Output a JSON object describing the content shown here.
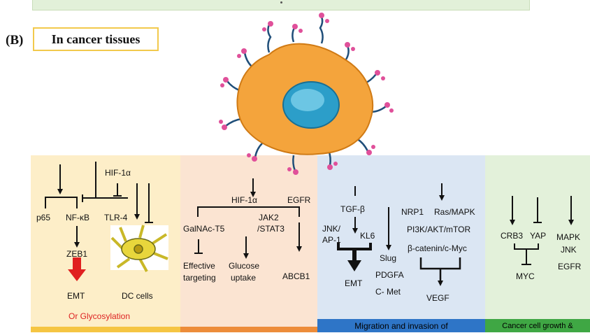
{
  "panel_label": "(B)",
  "title": "In cancer tissues",
  "panels": {
    "glycosylation": {
      "p65": "p65",
      "nfkb": "NF-κB",
      "tlr4": "TLR-4",
      "hif": "HIF-1α",
      "zeb1": "ZEB1",
      "emt": "EMT",
      "dc": "DC cells",
      "footer": "Or Glycosylation"
    },
    "therapy": {
      "hif": "HIF-1α",
      "egfr": "EGFR",
      "galnac": "GalNAc-T5",
      "jak": "JAK2",
      "stat": "/STAT3",
      "effective": "Effective",
      "targeting": "targeting",
      "glucose": "Glucose",
      "uptake": "uptake",
      "abcb1": "ABCB1"
    },
    "migration": {
      "tgfb": "TGF-β",
      "jnk": "JNK/",
      "ap1": "AP-1",
      "kl6": "KL6",
      "emt": "EMT",
      "slug": "Slug",
      "pdgfa": "PDGFA",
      "cmet": "C- Met",
      "nrp1": "NRP1",
      "ras": "Ras/MAPK",
      "pi3k": "PI3K/AKT/mTOR",
      "catenin": "β-catenin/c-Myc",
      "vegf": "VEGF",
      "footer": "Migration and invasion of"
    },
    "growth": {
      "crb3": "CRB3",
      "yap": "YAP",
      "mapk": "MAPK",
      "jnk": "JNK",
      "egfr": "EGFR",
      "myc": "MYC",
      "footer": "Cancer cell growth &"
    }
  },
  "colors": {
    "panel_yellow": "#fdeec8",
    "panel_peach": "#fbe4d2",
    "panel_blue": "#dbe6f3",
    "panel_green": "#e3f1da",
    "cell_orange": "#f4a43c",
    "nucleus": "#2c9ec9",
    "red_arrow": "#e02020"
  }
}
